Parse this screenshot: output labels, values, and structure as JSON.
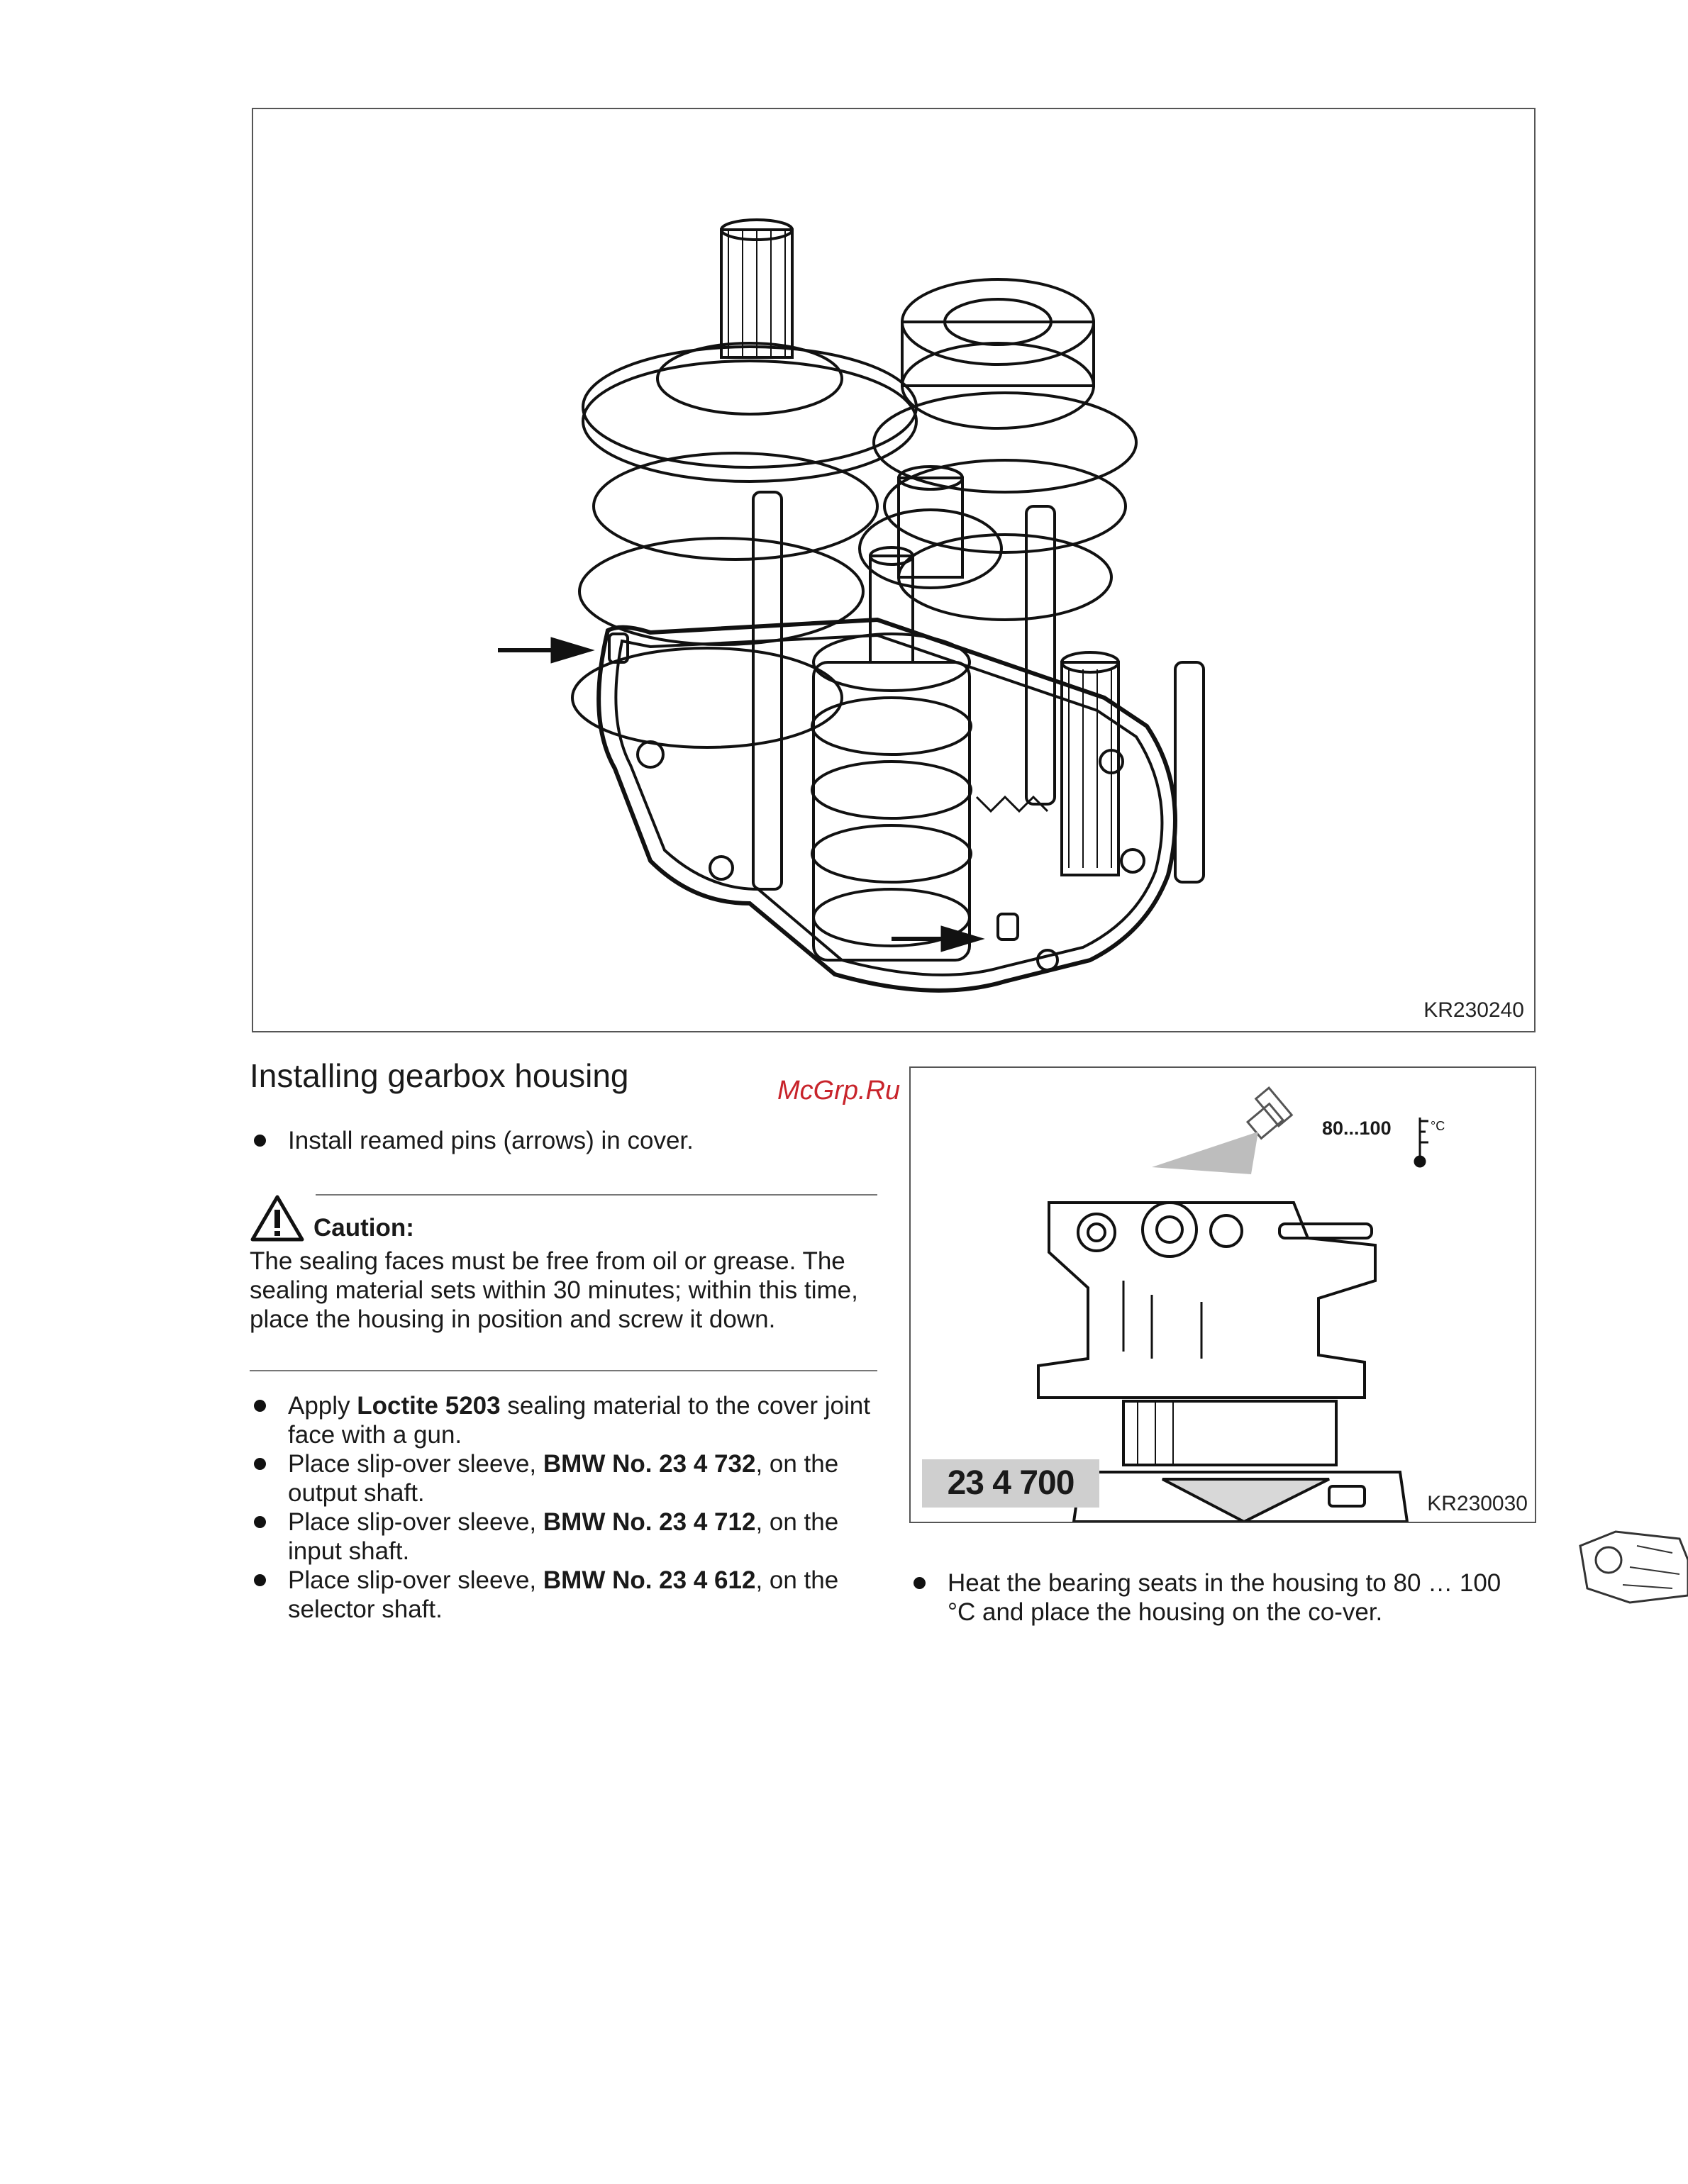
{
  "figure_main": {
    "code": "KR230240"
  },
  "section": {
    "title": "Installing gearbox housing"
  },
  "steps_a": [
    "Install reamed pins (arrows) in cover."
  ],
  "caution": {
    "label": "Caution:",
    "text": "The sealing faces must be free from oil or grease. The sealing material sets within 30 minutes; within this time, place the housing in position and screw it down."
  },
  "steps_b": [
    {
      "pre": "Apply ",
      "bold": "Loctite 5203",
      "post": " sealing material to the cover joint face with a gun."
    },
    {
      "pre": "Place slip-over sleeve, ",
      "bold": "BMW No. 23 4 732",
      "post": ", on the output shaft."
    },
    {
      "pre": "Place slip-over sleeve, ",
      "bold": "BMW No. 23 4 712",
      "post": ", on the input shaft."
    },
    {
      "pre": "Place slip-over sleeve, ",
      "bold": "BMW No. 23 4 612",
      "post": ", on the selector shaft."
    }
  ],
  "figure_small": {
    "temp_range": "80...100",
    "temp_unit": "°C",
    "tool_number": "23 4 700",
    "code": "KR230030"
  },
  "steps_c": [
    "Heat the bearing seats in the housing to 80 … 100 °C and place the housing on the co-ver."
  ],
  "watermark": "McGrp.Ru",
  "icons": {
    "caution": "warning-triangle-icon",
    "thermometer": "thermometer-icon",
    "heat_gun": "heat-gun-icon"
  }
}
